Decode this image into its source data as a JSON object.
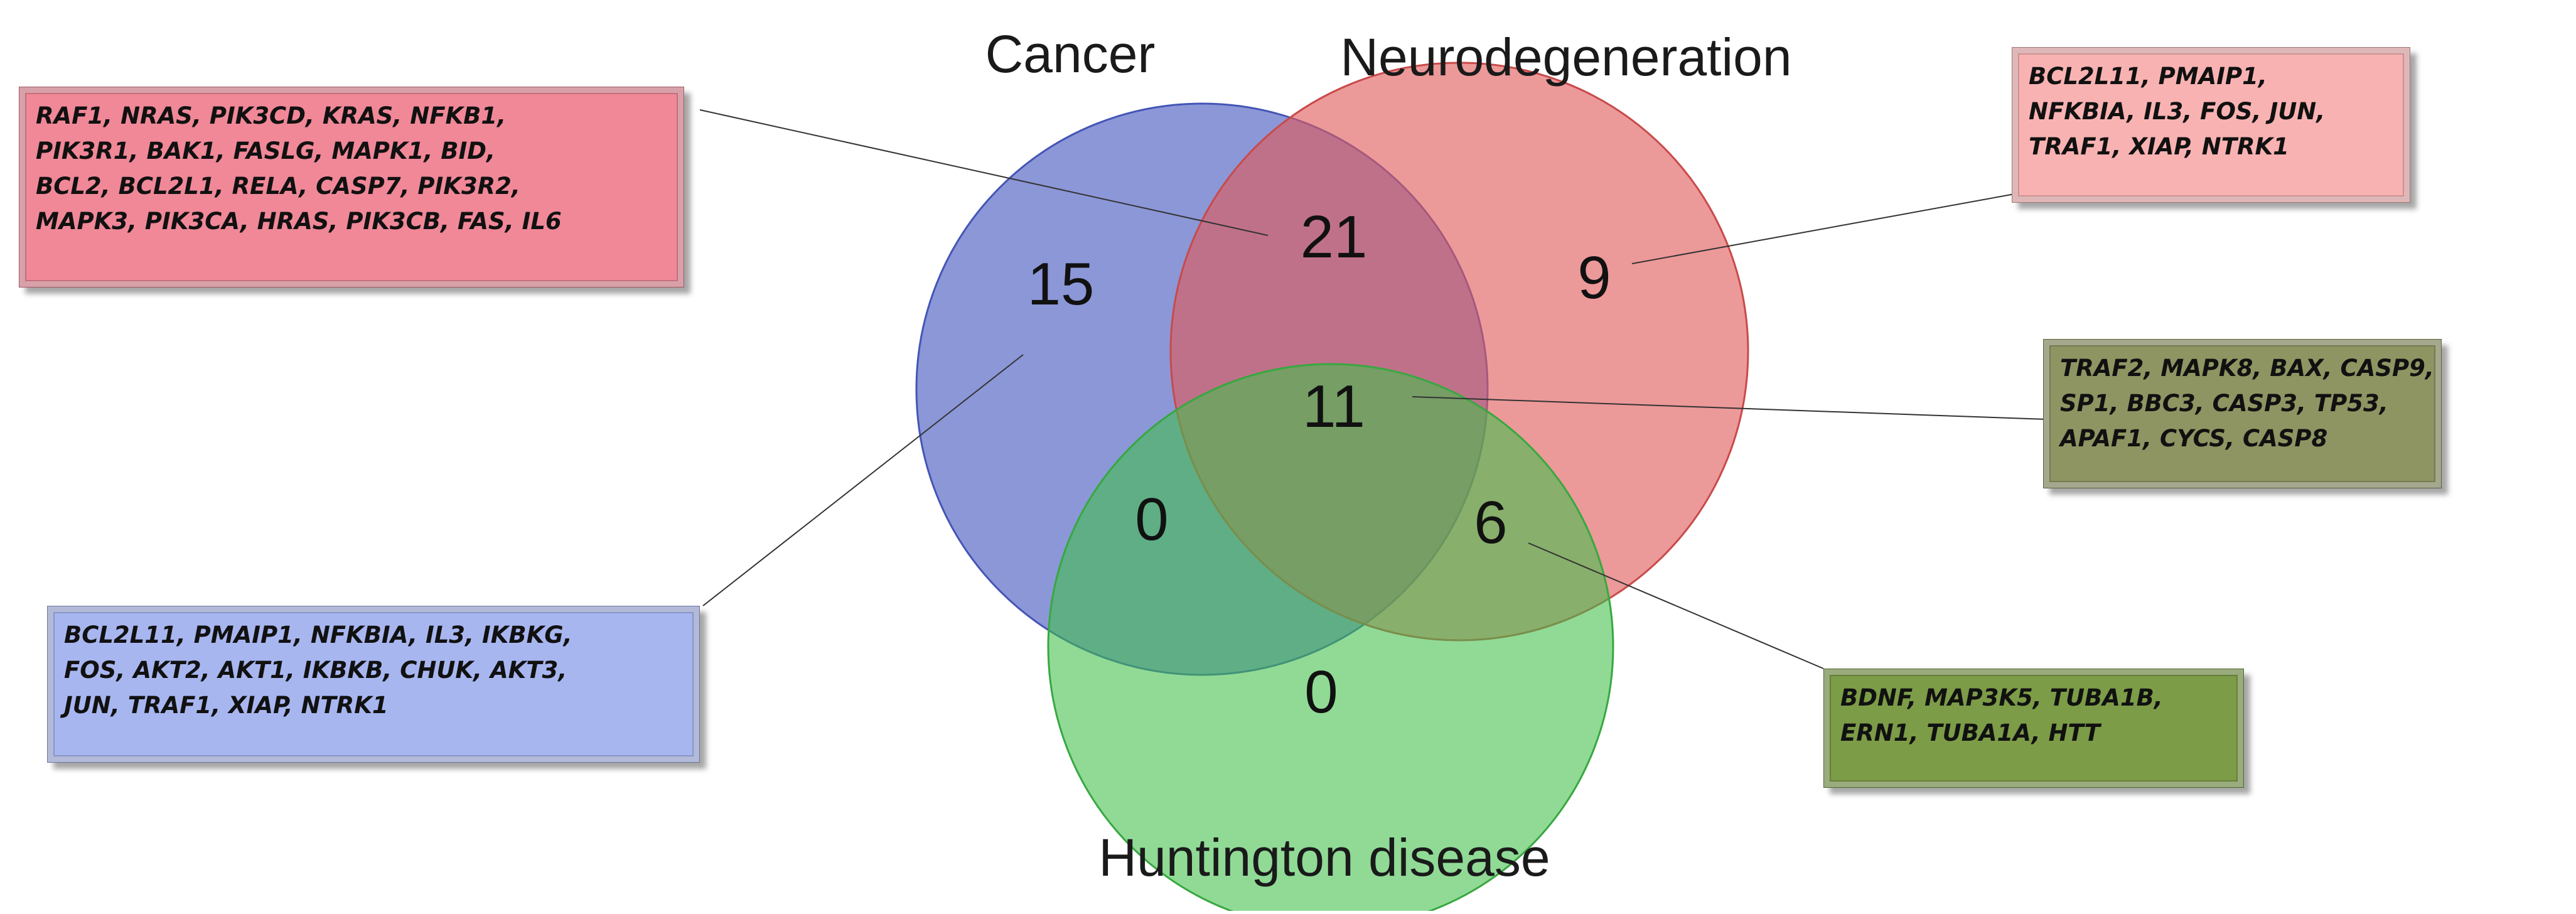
{
  "sets": {
    "cancer": {
      "label": "Cancer",
      "color": "#4d5fc2"
    },
    "neurodegeneration": {
      "label": "Neurodegeneration",
      "color": "#e05a5a"
    },
    "huntington": {
      "label": "Huntington disease",
      "color": "#3fbf4a"
    }
  },
  "regions": {
    "cancer_only": "15",
    "cancer_neuro": "21",
    "neuro_only": "9",
    "all_three": "11",
    "cancer_huntington": "0",
    "neuro_huntington": "6",
    "huntington_only": "0"
  },
  "gene_lists": {
    "cancer_neuro": [
      "RAF1, NRAS, PIK3CD, KRAS, NFKB1,",
      "PIK3R1, BAK1, FASLG, MAPK1, BID,",
      "BCL2, BCL2L1, RELA, CASP7, PIK3R2,",
      "MAPK3, PIK3CA, HRAS, PIK3CB, FAS, IL6"
    ],
    "neuro_only": [
      "BCL2L11, PMAIP1,",
      "NFKBIA, IL3, FOS, JUN,",
      "TRAF1, XIAP, NTRK1"
    ],
    "all_three": [
      "TRAF2, MAPK8, BAX, CASP9,",
      "SP1, BBC3, CASP3, TP53,",
      "APAF1, CYCS, CASP8"
    ],
    "cancer_only": [
      "BCL2L11, PMAIP1, NFKBIA, IL3, IKBKG,",
      "FOS, AKT2, AKT1, IKBKB, CHUK, AKT3,",
      "JUN, TRAF1, XIAP, NTRK1"
    ],
    "neuro_huntington": [
      "BDNF, MAP3K5, TUBA1B,",
      "ERN1, TUBA1A, HTT"
    ]
  },
  "colors": {
    "box_cancer_neuro": "#f08898",
    "box_neuro_only": "#f9b2b2",
    "box_all_three": "#8f9562",
    "box_cancer_only": "#a8b6f0",
    "box_neuro_huntington": "#7c9c47"
  }
}
